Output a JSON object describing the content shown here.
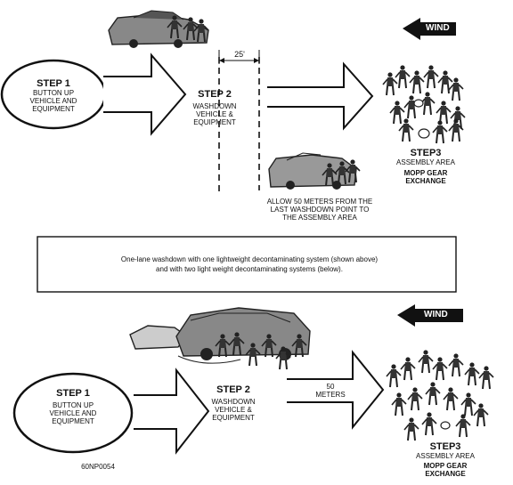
{
  "wind_label": "WIND",
  "top_panel": {
    "step1": {
      "title": "STEP 1",
      "text": [
        "BUTTON UP",
        "VEHICLE AND",
        "EQUIPMENT"
      ]
    },
    "step2": {
      "title": "STEP 2",
      "text": [
        "WASHDOWN",
        "VEHICLE &",
        "EQUIPMENT"
      ]
    },
    "step3": {
      "title": "STEP3",
      "text": [
        "ASSEMBLY AREA"
      ],
      "sub": [
        "MOPP GEAR",
        "EXCHANGE"
      ]
    },
    "distance_label": "25'",
    "note": [
      "ALLOW 50 METERS FROM THE",
      "LAST WASHDOWN POINT TO",
      "THE ASSEMBLY AREA"
    ]
  },
  "caption": [
    "One-lane washdown with one lightweight decontaminating system (shown above)",
    "and with  two light weight decontaminating systems (below)."
  ],
  "bottom_panel": {
    "step1": {
      "title": "STEP 1",
      "text": [
        "BUTTON UP",
        "VEHICLE AND",
        "EQUIPMENT"
      ]
    },
    "step2": {
      "title": "STEP 2",
      "text": [
        "WASHDOWN",
        "VEHICLE &",
        "EQUIPMENT"
      ]
    },
    "step3": {
      "title": "STEP3",
      "text": [
        "ASSEMBLY AREA"
      ],
      "sub": [
        "MOPP GEAR",
        "EXCHANGE"
      ]
    },
    "distance_label": [
      "50",
      "METERS"
    ]
  },
  "figure_id": "60NP0054",
  "colors": {
    "ink": "#111111",
    "paper": "#ffffff"
  }
}
